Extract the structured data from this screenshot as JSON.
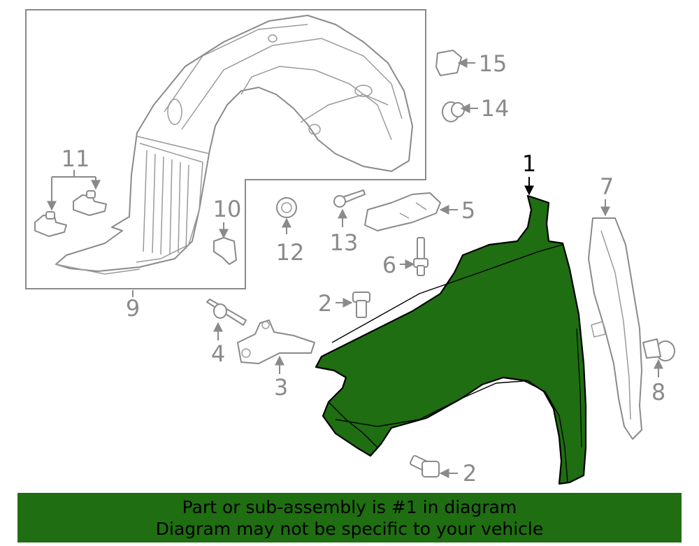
{
  "callouts": {
    "c1": "1",
    "c2a": "2",
    "c2b": "2",
    "c3": "3",
    "c4": "4",
    "c5": "5",
    "c6": "6",
    "c7": "7",
    "c8": "8",
    "c9": "9",
    "c10": "10",
    "c11": "11",
    "c12": "12",
    "c13": "13",
    "c14": "14",
    "c15": "15"
  },
  "colors": {
    "highlight": "#1f6e12",
    "outline": "#8a8a8a"
  },
  "banner": {
    "line1": "Part or sub-assembly is #1 in diagram",
    "line2": "Diagram may not be specific to your vehicle"
  }
}
